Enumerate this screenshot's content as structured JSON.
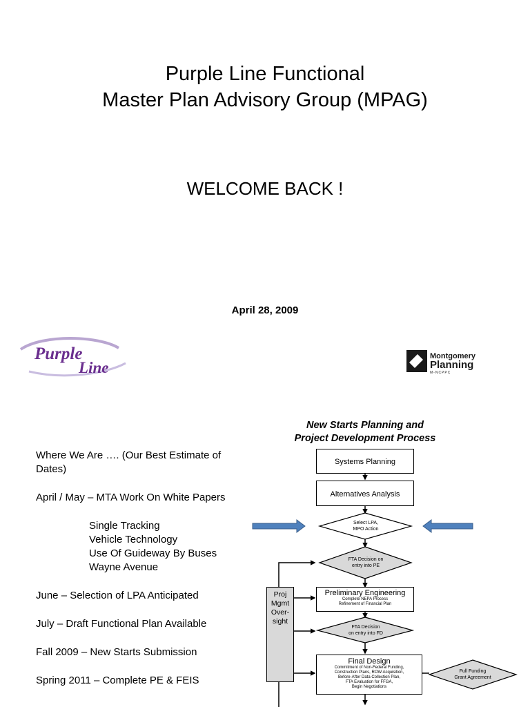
{
  "title_line1": "Purple Line Functional",
  "title_line2": "Master Plan Advisory Group (MPAG)",
  "welcome": "WELCOME BACK !",
  "date": "April 28, 2009",
  "logos": {
    "purple_line": {
      "line1": "Purple",
      "line2": "Line"
    },
    "montgomery": {
      "line1": "Montgomery",
      "line2": "Planning",
      "line3": "M-NCPPC"
    }
  },
  "notes": {
    "intro": "Where We Are …. (Our Best Estimate of Dates)",
    "april": "April / May – MTA Work On White Papers",
    "sub_items": [
      "Single Tracking",
      "Vehicle Technology",
      "Use Of Guideway By Buses",
      "Wayne Avenue"
    ],
    "june": "June – Selection of LPA Anticipated",
    "july": "July – Draft Functional Plan Available",
    "fall": "Fall 2009 – New Starts Submission",
    "spring": "Spring 2011 – Complete PE & FEIS"
  },
  "flowchart": {
    "title_line1": "New Starts Planning and",
    "title_line2": "Project Development Process",
    "systems_planning": "Systems Planning",
    "alternatives_analysis": "Alternatives Analysis",
    "select_lpa_1": "Select LPA,",
    "select_lpa_2": "MPO  Action",
    "fta_pe_1": "FTA Decision on",
    "fta_pe_2": "entry into PE",
    "proj_mgmt": [
      "Proj",
      "Mgmt",
      "Over-",
      "sight"
    ],
    "prelim_title": "Preliminary Engineering",
    "prelim_sub1": "Complete NEPA Process",
    "prelim_sub2": "Refinement of Financial Plan",
    "fta_fd_1": "FTA Decision",
    "fta_fd_2": "on entry  into FD",
    "final_title": "Final Design",
    "final_sub": [
      "Commitment of Non-Federal Funding,",
      "Construction Plans, ROW Acquisition,",
      "Before-After Data Collection Plan,",
      "FTA Evaluation for FFGA,",
      "Begin Negotiations"
    ],
    "ffga_1": "Full Funding",
    "ffga_2": "Grant Agreement"
  },
  "colors": {
    "arrow_fill": "#4f81bd",
    "arrow_stroke": "#385d8a",
    "diamond_fill": "#d9d9d9",
    "purple": "#6b2f8f"
  }
}
